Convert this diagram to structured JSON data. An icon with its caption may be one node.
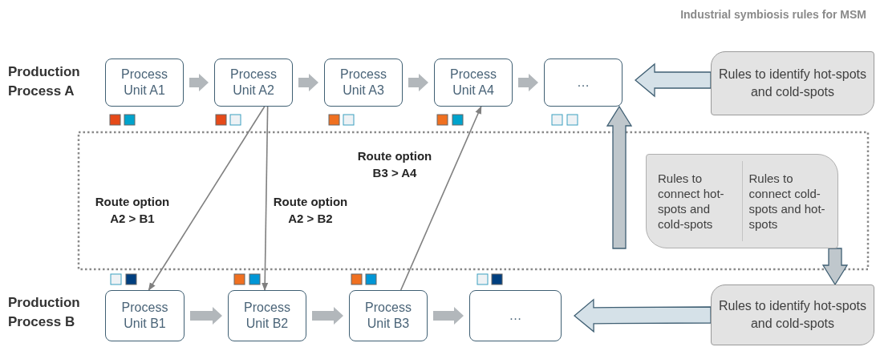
{
  "diagram": {
    "title": "Industrial symbiosis rules for MSM",
    "nodes": [
      {
        "text": [
          "Process Unit A1"
        ]
      },
      {
        "text": [
          "Process Unit A2"
        ]
      },
      {
        "text": [
          "Process Unit A3"
        ]
      },
      {
        "text": [
          "Process Unit A4"
        ]
      },
      {
        "text": [
          "…"
        ]
      },
      {
        "text": [
          "Rules to identify hot-spots and cold-spots"
        ]
      },
      {
        "text": [
          "Rules to connect hot-spots and cold-spots",
          "Rules to connect cold-spots and hot-spots"
        ]
      },
      {
        "text": [
          "Process Unit B1"
        ]
      },
      {
        "text": [
          "Process Unit B2"
        ]
      },
      {
        "text": [
          "Process Unit B3"
        ]
      },
      {
        "text": [
          "…"
        ]
      },
      {
        "text": [
          "Rules to identify hot-spots and cold-spots"
        ]
      }
    ],
    "edges": [
      {
        "from": 0,
        "to": 1,
        "arrow": "to",
        "style": "thick"
      },
      {
        "from": 1,
        "to": 2,
        "arrow": "to",
        "style": "thick"
      },
      {
        "from": 2,
        "to": 3,
        "arrow": "to",
        "style": "thick"
      },
      {
        "from": 3,
        "to": 4,
        "arrow": "to",
        "style": "thick"
      },
      {
        "from": 5,
        "to": 4,
        "arrow": "to",
        "style": "thick",
        "color": "#d5e1e8"
      },
      {
        "from": 1,
        "to": 7,
        "arrow": "to",
        "label": "Route option A2 > B1",
        "color": "#808080"
      },
      {
        "from": 1,
        "to": 8,
        "arrow": "to",
        "label": "Route option A2 > B2",
        "color": "#808080"
      },
      {
        "from": 9,
        "to": 3,
        "arrow": "to",
        "label": "Route option B3 > A4",
        "color": "#808080"
      },
      {
        "from": 7,
        "to": 8,
        "arrow": "to",
        "style": "thick"
      },
      {
        "from": 8,
        "to": 9,
        "arrow": "to",
        "style": "thick"
      },
      {
        "from": 9,
        "to": 10,
        "arrow": "to",
        "style": "thick"
      },
      {
        "from": 11,
        "to": 10,
        "arrow": "to",
        "style": "thick",
        "color": "#d5e1e8"
      },
      {
        "from": 6,
        "to": 4,
        "arrow": "to",
        "style": "thick",
        "color": "#bfc7cc"
      },
      {
        "from": 6,
        "to": 11,
        "arrow": "to",
        "style": "thick",
        "color": "#bfc7cc"
      }
    ],
    "labels": [
      "Production Process A",
      "Production Process B"
    ]
  }
}
